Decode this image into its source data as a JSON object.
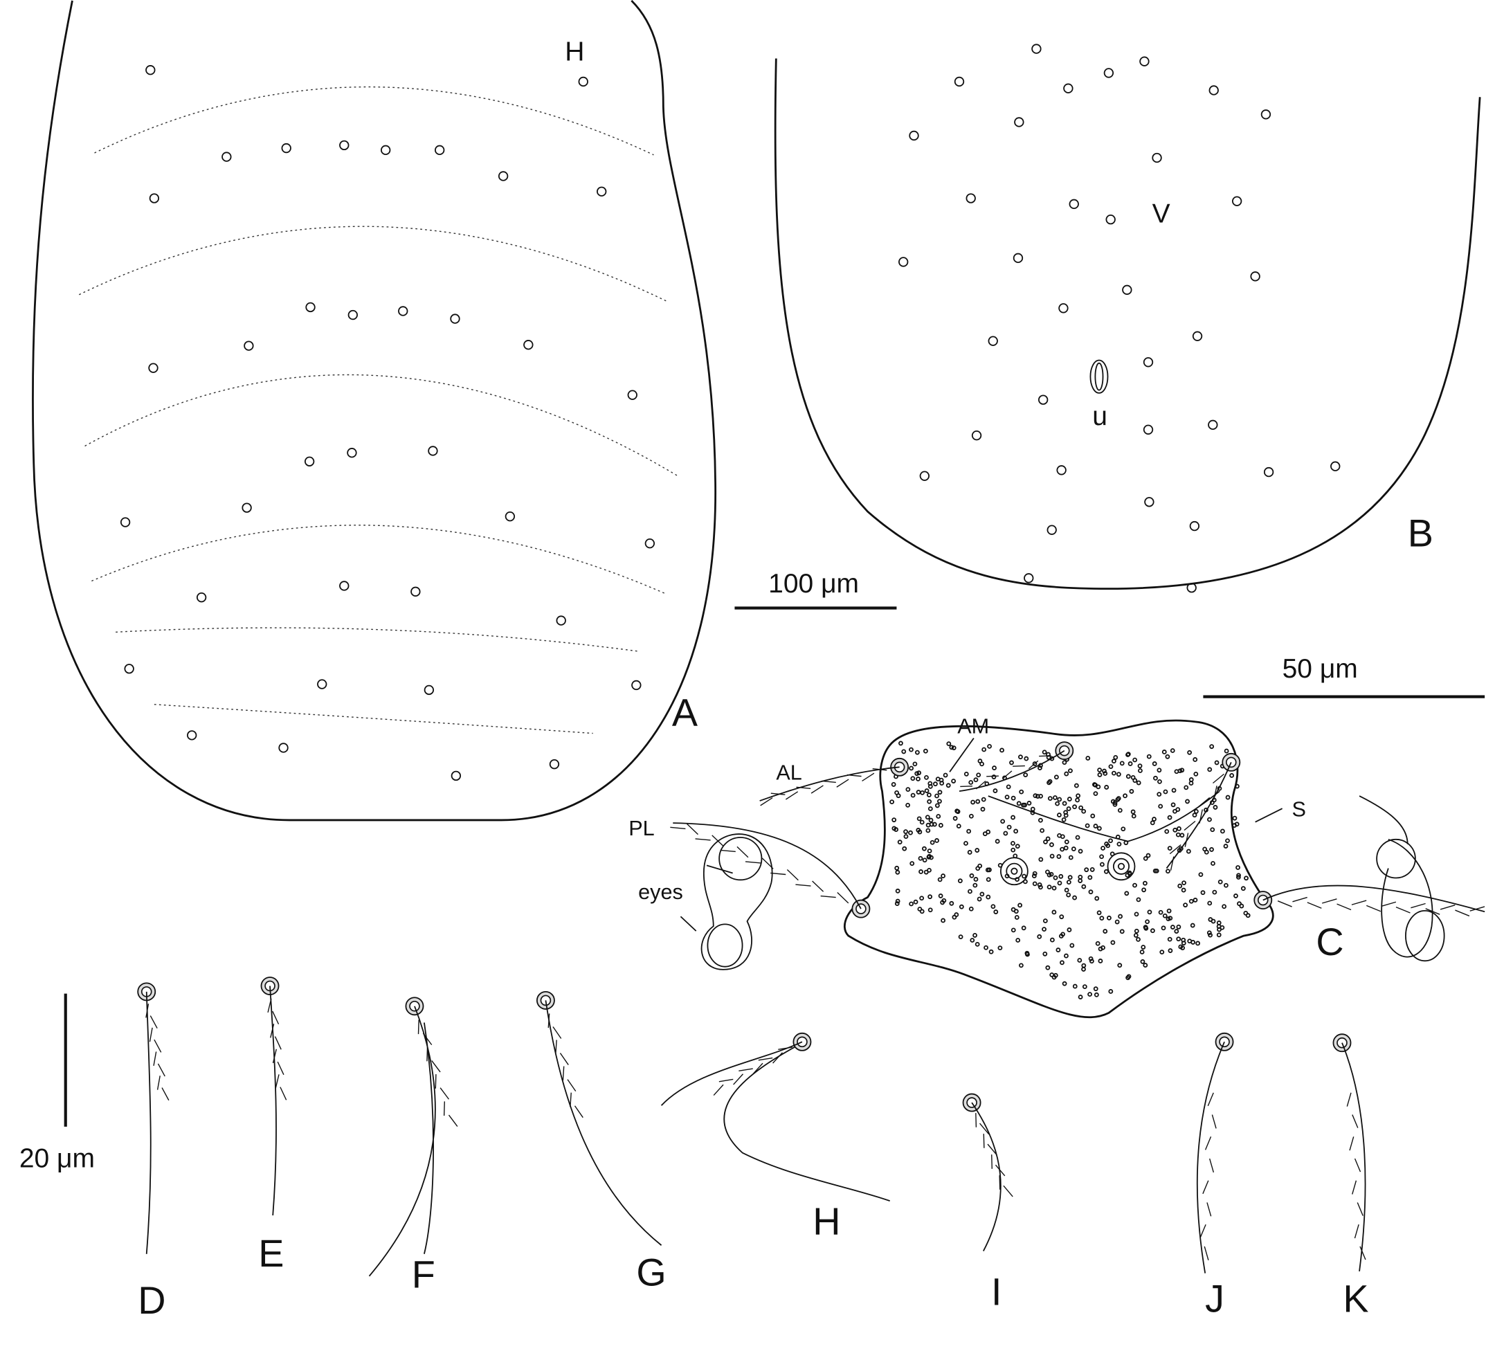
{
  "panels": {
    "A": {
      "label": "A",
      "seta_label": "H"
    },
    "B": {
      "label": "B",
      "seta_label": "V",
      "pore_label": "u"
    },
    "C": {
      "label": "C",
      "labels": {
        "am": "AM",
        "al": "AL",
        "pl": "PL",
        "s": "S",
        "eyes": "eyes"
      }
    },
    "setae": [
      "D",
      "E",
      "F",
      "G",
      "H",
      "I",
      "J",
      "K"
    ]
  },
  "scale_bars": {
    "ab": "100 μm",
    "c": "50 μm",
    "dk": "20 μm"
  }
}
